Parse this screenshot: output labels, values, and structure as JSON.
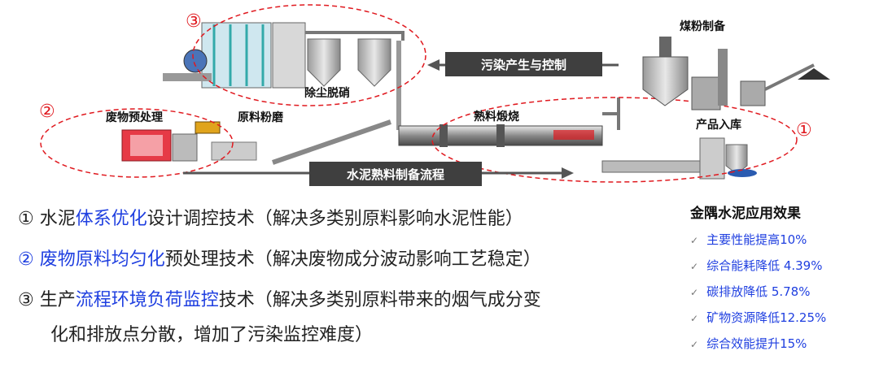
{
  "diagram": {
    "markers": {
      "m1": "①",
      "m2": "②",
      "m3": "③"
    },
    "labels": {
      "coal_prep": "煤粉制备",
      "waste_pre": "废物预处理",
      "raw_grind": "原料粉磨",
      "clinker": "熟料煅烧",
      "product": "产品入库",
      "dust": "除尘脱硝"
    },
    "banners": {
      "pollution": "污染产生与控制",
      "process": "水泥熟料制备流程"
    }
  },
  "techs": [
    {
      "num": "①",
      "pre": "水泥",
      "hl": "体系优化",
      "post": "设计调控技术（解决多类别原料影响水泥性能）"
    },
    {
      "num": "②",
      "pre": "",
      "hl": "废物原料均匀化",
      "post": "预处理技术（解决废物成分波动影响工艺稳定）"
    },
    {
      "num": "③",
      "pre": "生产",
      "hl": "流程环境负荷监控",
      "post": "技术（解决多类别原料带来的烟气成分变",
      "cont": "化和排放点分散，增加了污染监控难度）"
    }
  ],
  "effects": {
    "title": "金隅水泥应用效果",
    "check": "✓",
    "items": [
      "主要性能提高10%",
      "综合能耗降低 4.39%",
      "碳排放降低 5.78%",
      "矿物资源降低12.25%",
      "综合效能提升15%"
    ]
  },
  "colors": {
    "highlight": "#1f3fe0",
    "marker": "#e0191f",
    "banner": "#3f3f3f"
  }
}
